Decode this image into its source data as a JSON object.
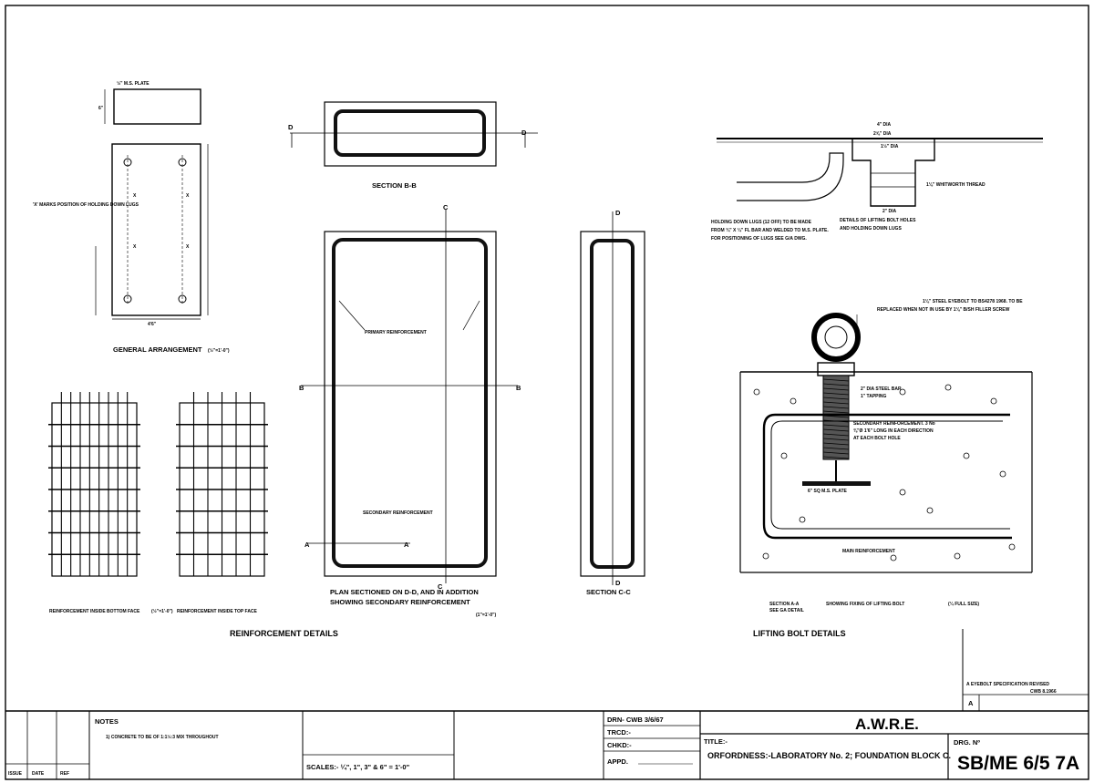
{
  "labels": {
    "pl_plate": "½\" M.S. PLATE",
    "ga_hatched": "'X' MARKS POSITION OF HOLDING DOWN LUGS",
    "ga_title": "GENERAL ARRANGEMENT",
    "ga_scale": "(½\"=1'-0\")",
    "sec_bb": "SECTION B-B",
    "primary_reinf": "PRIMARY REINFORCEMENT",
    "secondary_reinf": "SECONDARY REINFORCEMENT",
    "plan_title_1": "PLAN  SECTIONED ON  D-D, AND IN ADDITION",
    "plan_title_2": "SHOWING SECONDARY REINFORCEMENT",
    "plan_scale": "(1\"=1'-0\")",
    "sec_cc": "SECTION C-C",
    "mesh_bottom": "REINFORCEMENT INSIDE BOTTOM FACE",
    "mesh_top": "REINFORCEMENT INSIDE TOP FACE",
    "mesh_scale": "(½\"=1'-0\")",
    "reinf_details": "REINFORCEMENT  DETAILS",
    "dia_4": "4\" DIA",
    "dia_2_5": "2⅝\" DIA",
    "dia_1_5": "1½\" DIA",
    "dia_2": "2\" DIA",
    "whitworth": "1⅛\" WHITWORTH THREAD",
    "holding_lugs_1": "HOLDING DOWN LUGS (12 OFF) TO BE MADE",
    "holding_lugs_2": "FROM ¾\" X ¼\" FL BAR AND WELDED TO M.S. PLATE.",
    "holding_lugs_3": "FOR POSITIONING OF LUGS SEE G/A DWG.",
    "lifting_holes_1": "DETAILS OF LIFTING BOLT HOLES",
    "lifting_holes_2": "AND HOLDING DOWN LUGS",
    "eyebolt_1": "1⅛\" STEEL EYEBOLT TO BS4278 1968. TO BE",
    "eyebolt_2": "REPLACED WHEN NOT IN USE BY 1⅛\" B/SH FILLER SCREW",
    "steel_bar": "2\" DIA STEEL BAR",
    "tapping": "1\" TAPPING",
    "secondary_bolt_1": "SECONDARY REINFORCEMENT. 3 No",
    "secondary_bolt_2": "⅜\"Ø 1'6\" LONG IN EACH DIRECTION",
    "secondary_bolt_3": "AT EACH BOLT HOLE",
    "ms_plate": "6\" SQ M.S. PLATE",
    "main_reinf": "MAIN REINFORCEMENT",
    "sec_aa": "SECTION A-A",
    "sec_aa_sub": "SEE GA DETAIL",
    "fixing": "SHOWING FIXING OF LIFTING BOLT",
    "fixing_scale": "(¼ FULL SIZE)",
    "lifting_bolt_details": "LIFTING  BOLT  DETAILS",
    "rev_text": "A  EYEBOLT  SPECIFICATION  REVISED",
    "rev_sig": "CWB  8.1966",
    "rev_letter": "A"
  },
  "title_block": {
    "issue": "ISSUE",
    "date": "DATE",
    "ref": "REF",
    "notes_heading": "NOTES",
    "note_1": "1) CONCRETE  TO  BE  OF  1:1½:3  MIX THROUGHOUT",
    "scales": "SCALES:- ¼\", 1\", 3\" & 6\" = 1'-0\"",
    "drn": "DRN- CWB  3/6/67",
    "trcd": "TRCD:-",
    "chkd": "CHKD:-",
    "appd": "APPD.",
    "org": "A.W.R.E.",
    "title_label": "TITLE:-",
    "title_text": "ORFORDNESS:-LABORATORY No. 2;  FOUNDATION BLOCK C.",
    "drg_label": "DRG. Nº",
    "drg_no": "SB/ME 6/5 7A"
  }
}
